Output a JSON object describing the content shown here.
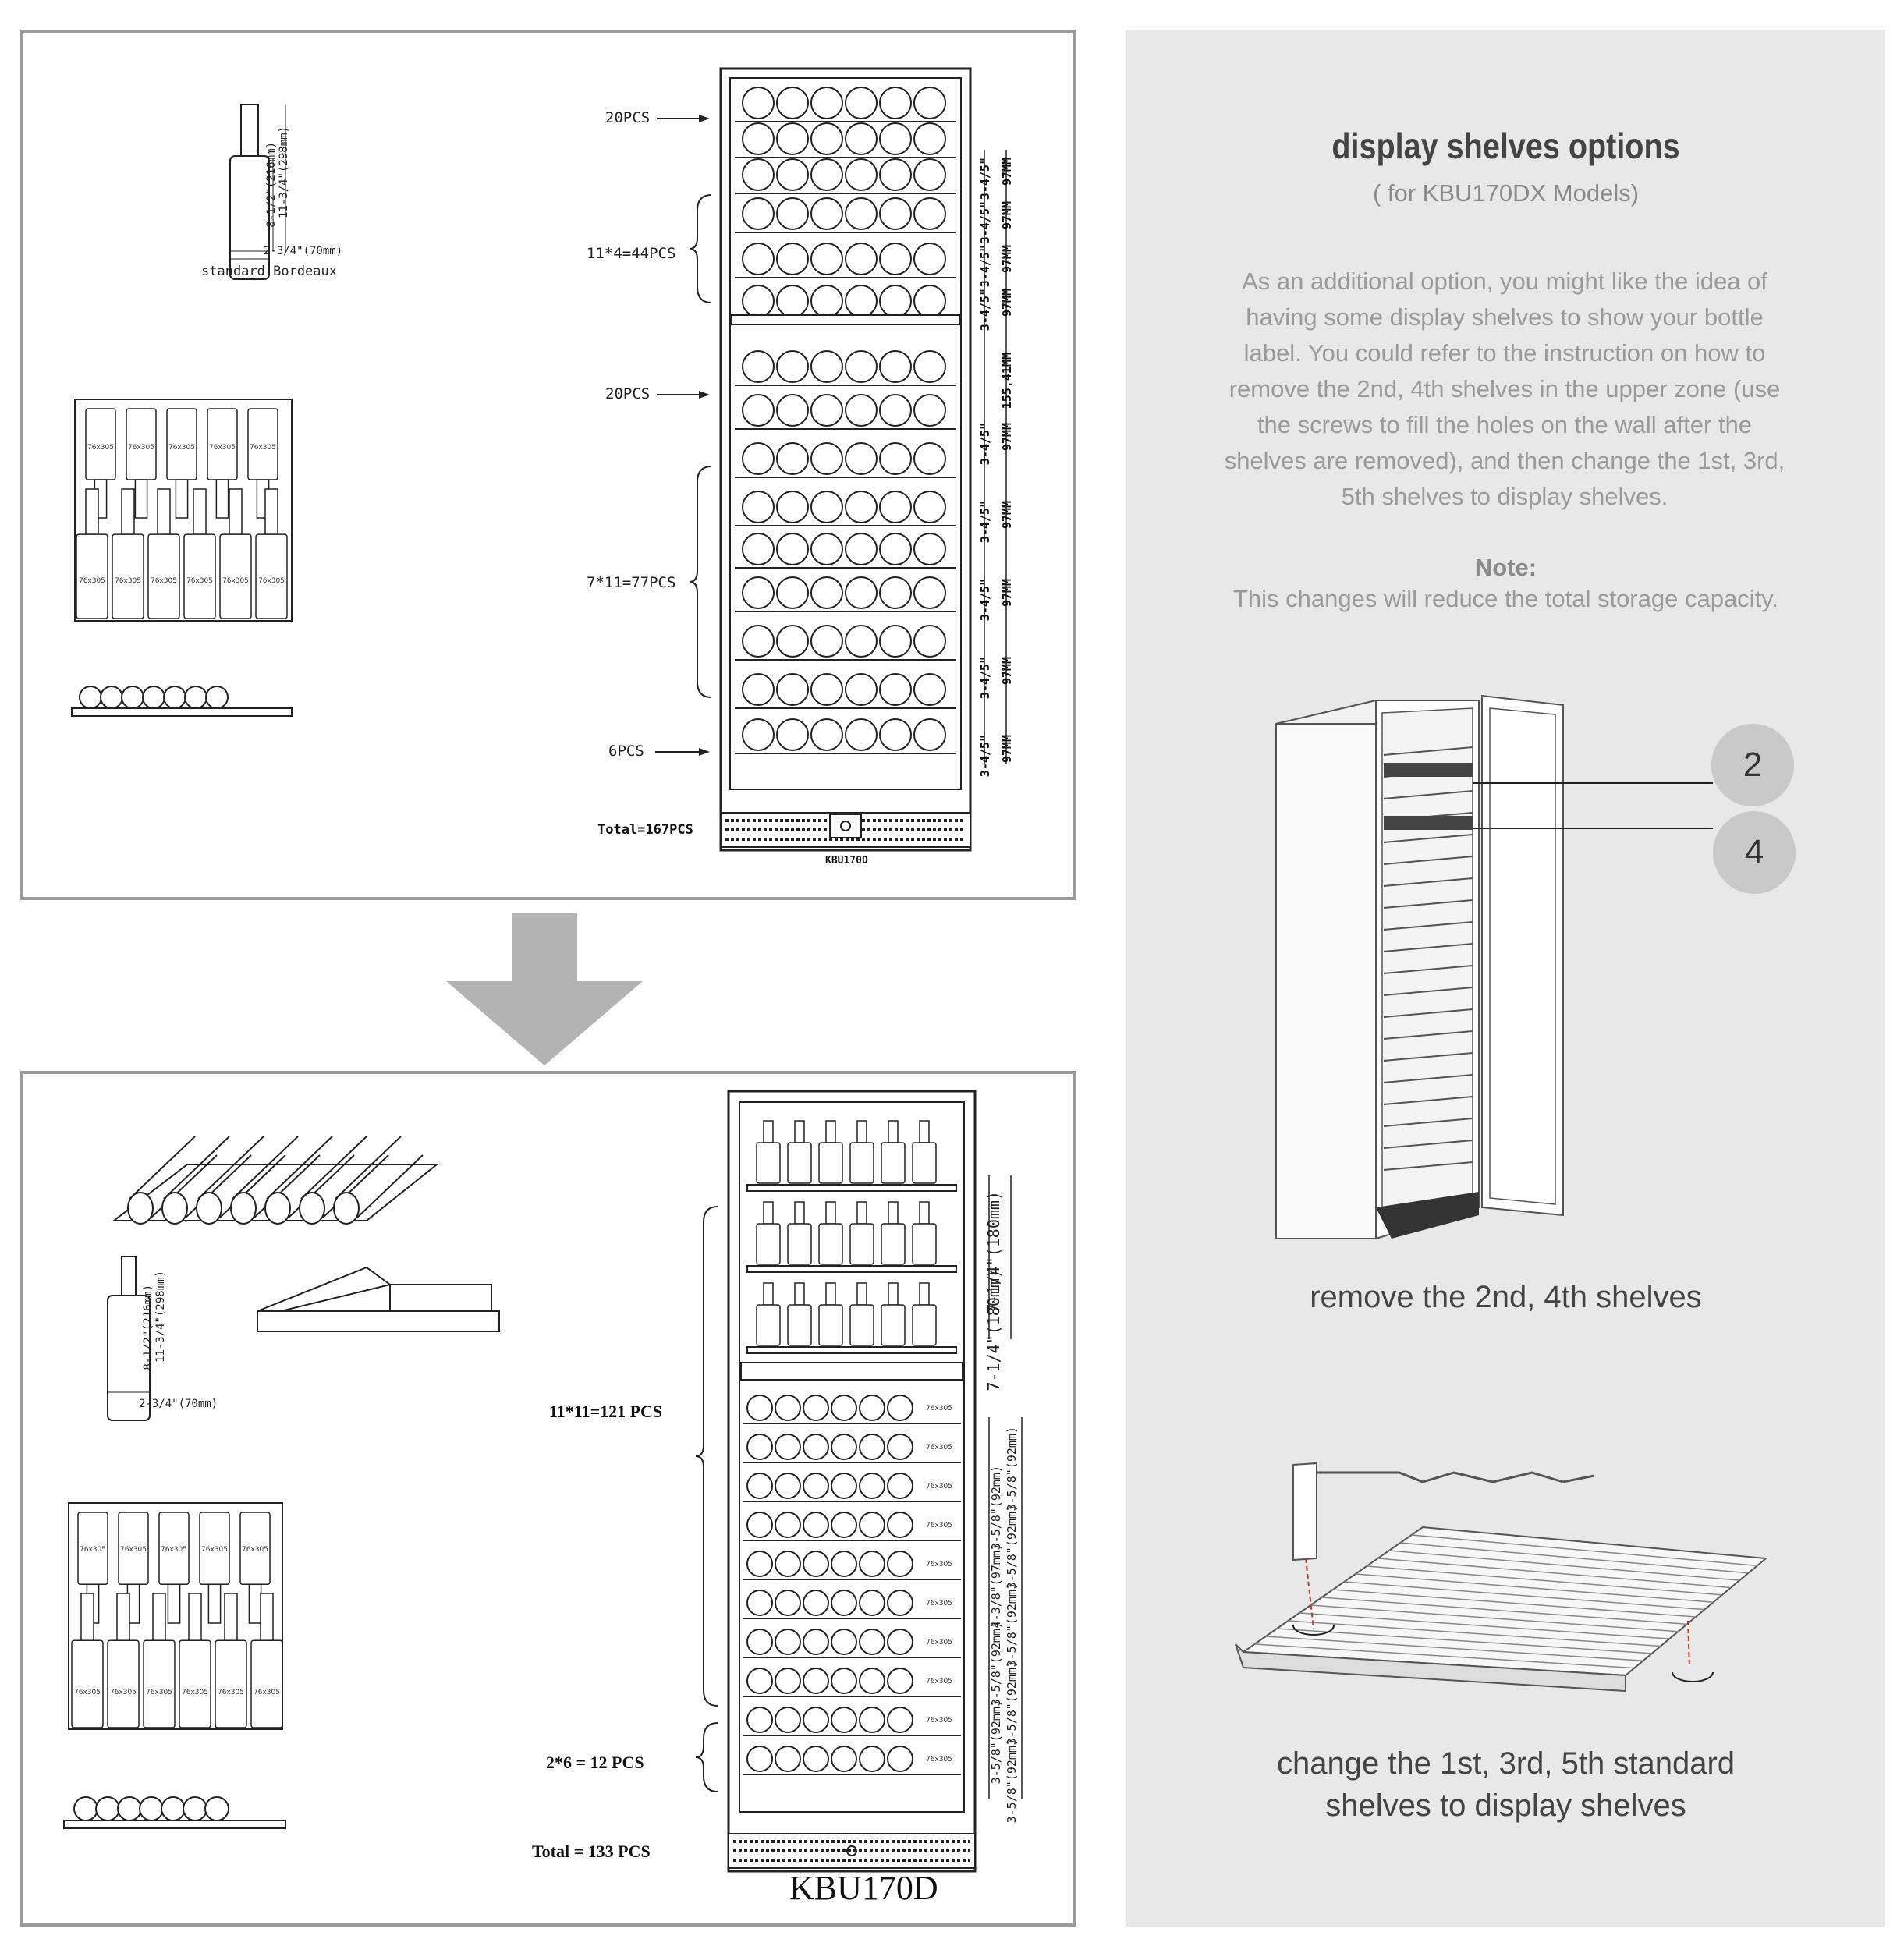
{
  "top_drawing": {
    "bottle_dims": [
      "8-1/2\"(216mm)",
      "11-3/4\"(298mm)",
      "2-3/4\"(70mm)"
    ],
    "bottle_caption": "standard Bordeaux",
    "bottle_size_label": "76x305",
    "counts": [
      "20PCS",
      "11*4=44PCS",
      "20PCS",
      "7*11=77PCS",
      "6PCS"
    ],
    "total": "Total=167PCS",
    "model": "KBU170D",
    "shelf_spacing_fraction": "3-4/5\"",
    "shelf_spacing_mm": "97MM",
    "zone_gap": "155,41MM"
  },
  "bottom_drawing": {
    "bottle_dims": [
      "8-1/2\"(216mm)",
      "11-3/4\"(298mm)",
      "2-3/4\"(70mm)"
    ],
    "bottle_size_label": "76x305",
    "counts": [
      "11*11=121 PCS",
      "2*6 = 12 PCS"
    ],
    "total": "Total = 133 PCS",
    "model": "KBU170D",
    "display_spacing": "7-1/4\"(180mm)",
    "shelf_spacings": [
      "3-5/8\"(92mm)",
      "3-5/8\"(92mm)",
      "3-5/8\"(92mm)",
      "4-3/8\"(97mm)",
      "3-5/8\"(92mm)",
      "3-5/8\"(92mm)",
      "3-5/8\"(92mm)",
      "3-5/8\"(92mm)",
      "3-5/8\"(92mm)"
    ]
  },
  "info": {
    "title": "display shelves options",
    "subtitle": "( for KBU170DX Models)",
    "paragraph": "As an additional option, you might like the idea of having some display shelves to show your bottle label. You could refer to the instruction on how to remove the 2nd, 4th shelves in the upper zone (use the screws to fill the holes on the wall after the shelves are removed), and then change the 1st, 3rd, 5th shelves to display shelves.",
    "note_heading": "Note:",
    "note_text": "This changes will reduce the total storage capacity.",
    "callouts": [
      "2",
      "4"
    ],
    "caption1": "remove the 2nd, 4th shelves",
    "caption2_line1": "change the 1st, 3rd, 5th standard",
    "caption2_line2": "shelves to display shelves"
  },
  "colors": {
    "panel_border": "#9b9b9b",
    "info_bg": "#e8e8e8",
    "arrow": "#b3b3b3",
    "callout": "#c9c9c9"
  }
}
